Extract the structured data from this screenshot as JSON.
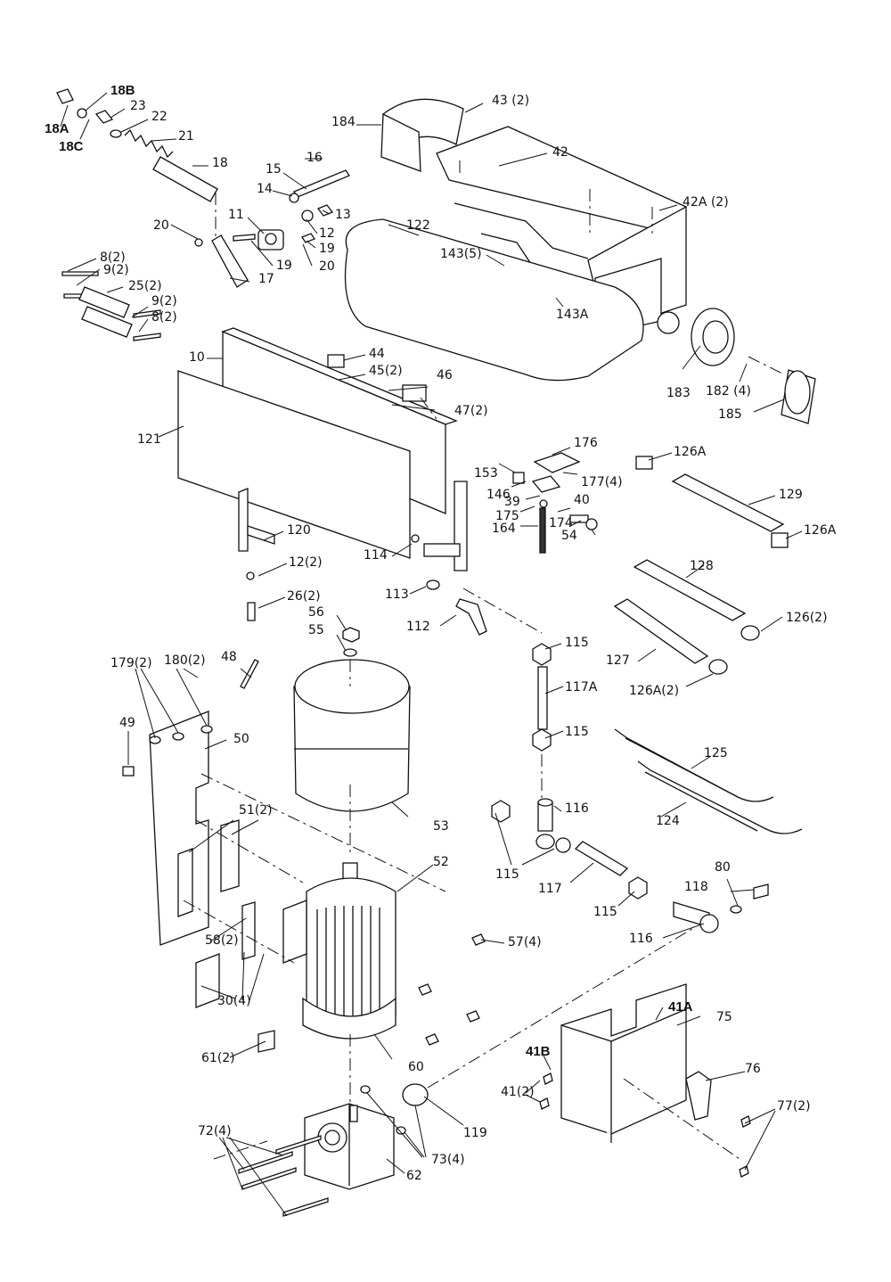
{
  "labels": {
    "l18b": "18B",
    "l18a": "18A",
    "l18c": "18C",
    "l23": "23",
    "l22": "22",
    "l21": "21",
    "l18": "18",
    "l16": "16",
    "l15": "15",
    "l14": "14",
    "l13": "13",
    "l11": "11",
    "l12": "12",
    "l19a": "19",
    "l19b": "19",
    "l20a": "20",
    "l20b": "20",
    "l17": "17",
    "l8a": "8(2)",
    "l9a": "9(2)",
    "l25": "25(2)",
    "l9b": "9(2)",
    "l8b": "8(2)",
    "l184": "184",
    "l43": "43 (2)",
    "l42": "42",
    "l42a": "42A (2)",
    "l122": "122",
    "l143": "143(5)",
    "l143a": "143A",
    "l183": "183",
    "l182": "182 (4)",
    "l185": "185",
    "l10": "10",
    "l44": "44",
    "l45": "45(2)",
    "l46": "46",
    "l47": "47(2)",
    "l121": "121",
    "l176": "176",
    "l153": "153",
    "l146": "146",
    "l39": "39",
    "l177": "177(4)",
    "l175": "175",
    "l40": "40",
    "l164": "164",
    "l174": "174",
    "l54": "54",
    "l126a1": "126A",
    "l129": "129",
    "l126a2": "126A",
    "l120": "120",
    "l12b": "12(2)",
    "l114": "114",
    "l113": "113",
    "l112": "112",
    "l26": "26(2)",
    "l56": "56",
    "l55": "55",
    "l128": "128",
    "l126": "126(2)",
    "l127": "127",
    "l126a3": "126A(2)",
    "l115a": "115",
    "l117a": "117A",
    "l115b": "115",
    "l179": "179(2)",
    "l180": "180(2)",
    "l48": "48",
    "l49": "49",
    "l50": "50",
    "l53": "53",
    "l51": "51(2)",
    "l52": "52",
    "l125": "125",
    "l124": "124",
    "l116a": "116",
    "l115c": "115",
    "l117": "117",
    "l115d": "115",
    "l80": "80",
    "l118": "118",
    "l116b": "116",
    "l57": "57(4)",
    "l58": "58(2)",
    "l30": "30(4)",
    "l61": "61(2)",
    "l60": "60",
    "l41a": "41A",
    "l75": "75",
    "l41b": "41B",
    "l41": "41(2)",
    "l76": "76",
    "l77": "77(2)",
    "l72": "72(4)",
    "l73": "73(4)",
    "l119": "119",
    "l62": "62"
  }
}
